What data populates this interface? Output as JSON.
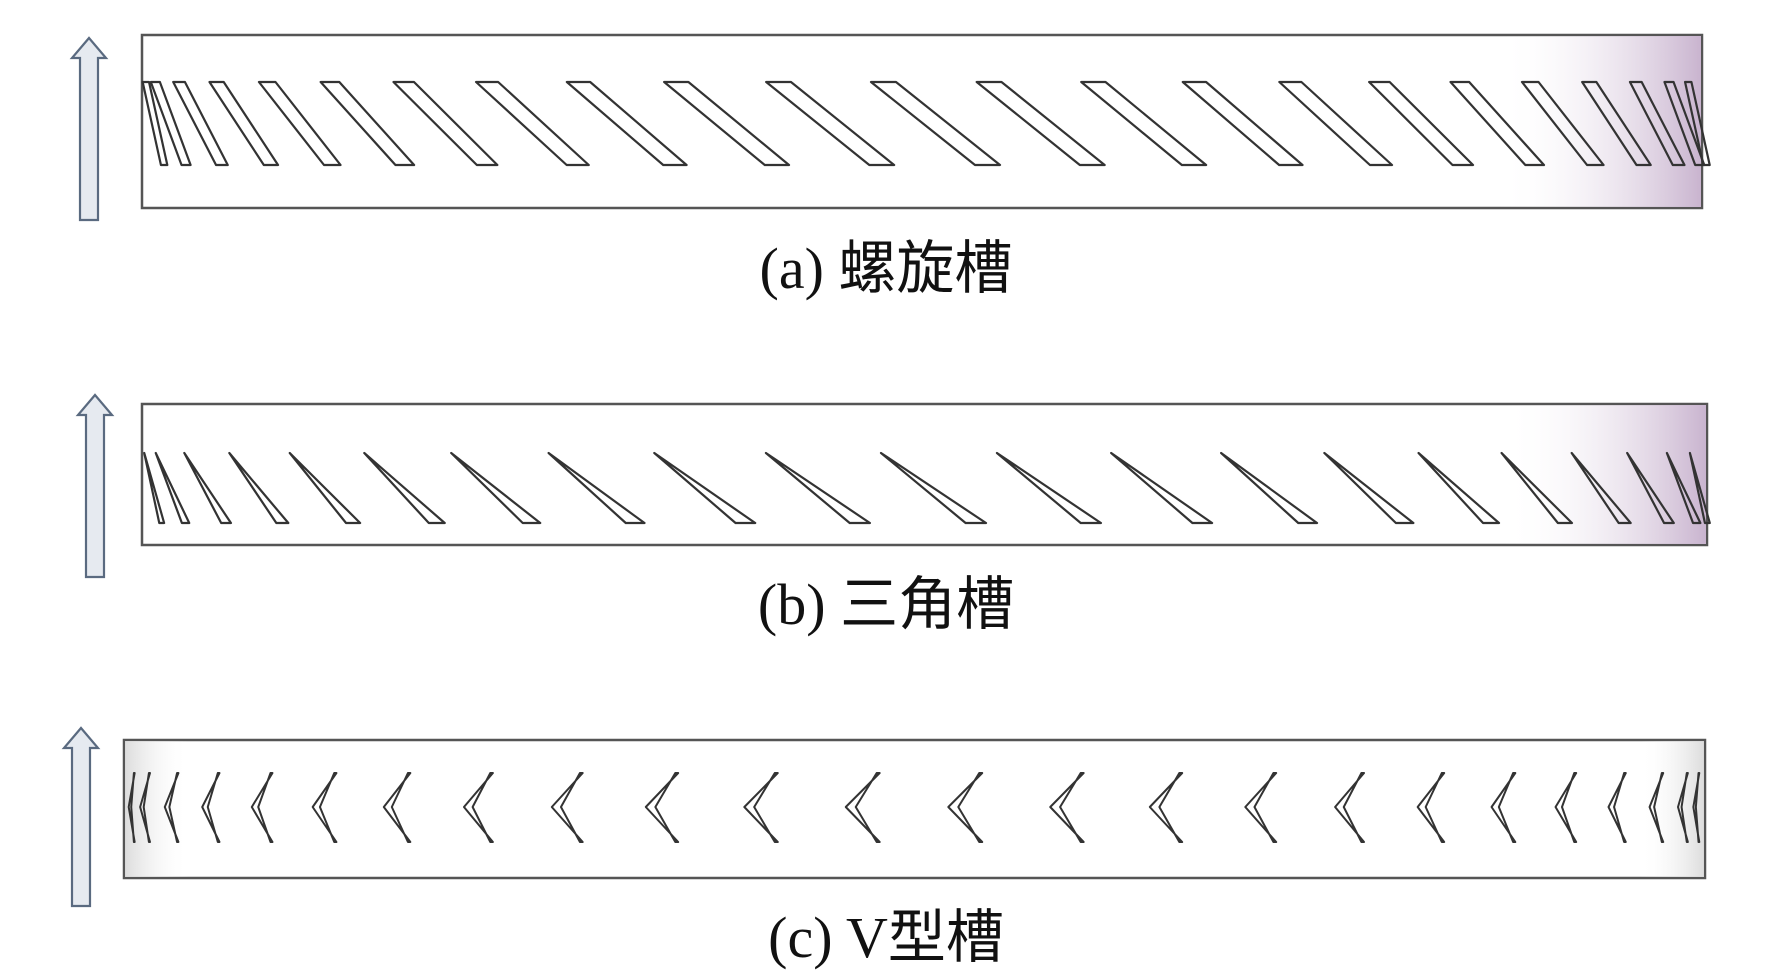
{
  "panels": [
    {
      "id": "a",
      "label": "(a)",
      "name": "螺旋槽",
      "groove_shape": "helical",
      "groove_count": 23
    },
    {
      "id": "b",
      "label": "(b)",
      "name": "三角槽",
      "groove_shape": "triangle",
      "groove_count": 21
    },
    {
      "id": "c",
      "label": "(c)",
      "name": "V型槽",
      "groove_shape": "v",
      "groove_count": 24
    }
  ],
  "colors": {
    "outline": "#555555",
    "groove_stroke": "#333333",
    "shade": "#c9b4cf",
    "arrow_fill": "#e6eaf0",
    "arrow_stroke": "#5a6a80"
  }
}
